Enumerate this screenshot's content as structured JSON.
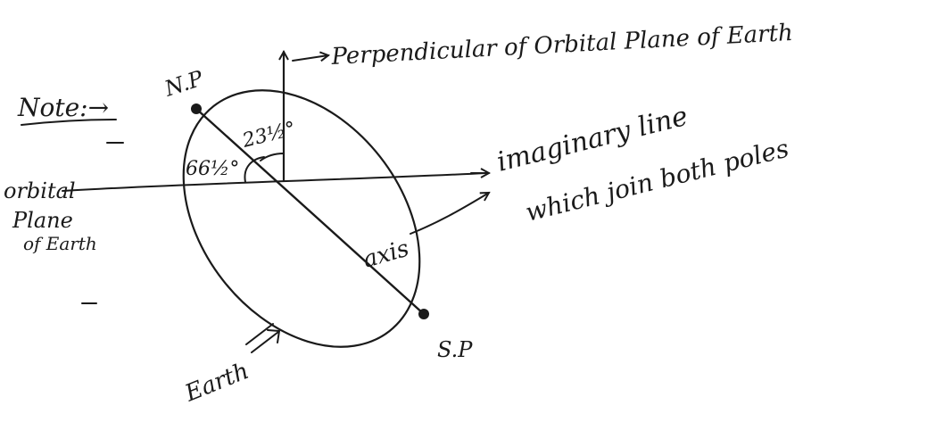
{
  "labels": {
    "note": "Note:→",
    "north_pole": "N.P",
    "south_pole": "S.P",
    "perpendicular": "Perpendicular of Orbital Plane of Earth",
    "angle_small": "23½°",
    "angle_large": "66½°",
    "orbital_plane_1": "orbital",
    "orbital_plane_2": "Plane",
    "orbital_plane_3": "of Earth",
    "imaginary_1": "imaginary line",
    "imaginary_2": "which join both poles",
    "axis": "axis",
    "earth": "Earth"
  },
  "colors": {
    "ink": "#1a1a1a",
    "background": "#ffffff"
  }
}
